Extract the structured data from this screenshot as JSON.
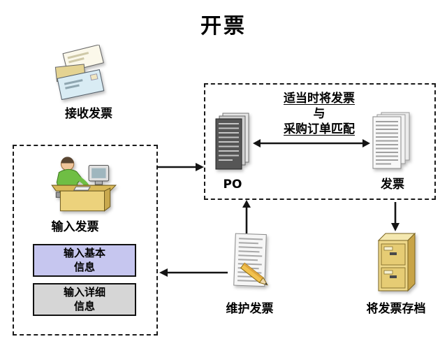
{
  "title": "开票",
  "receive": {
    "label": "接收发票",
    "icon": "mail-stack-icon"
  },
  "enter_section": {
    "label": "输入发票",
    "icon": "person-at-computer-icon",
    "basic_box": "输入基本\n信息",
    "detail_box": "输入详细\n信息"
  },
  "match_section": {
    "caption_line1": "适当时将发票",
    "caption_line2": "与",
    "caption_line3": "采购订单匹配",
    "po_label": "PO",
    "po_icon": "purchase-order-document-icon",
    "invoice_label": "发票",
    "invoice_icon": "invoice-document-icon"
  },
  "maintain": {
    "label": "维护发票",
    "icon": "document-pencil-icon"
  },
  "archive": {
    "label": "将发票存档",
    "icon": "filing-cabinet-icon"
  },
  "colors": {
    "basic_box_bg": "#c6c6ef",
    "detail_box_bg": "#d6d6d6",
    "arrow": "#141414",
    "desk_tan": "#ecd27c",
    "cabinet_tan": "#eed88a",
    "pencil_yellow": "#f2c24e",
    "person_green": "#6fbe44",
    "mail_blue": "#d9ecf4"
  }
}
